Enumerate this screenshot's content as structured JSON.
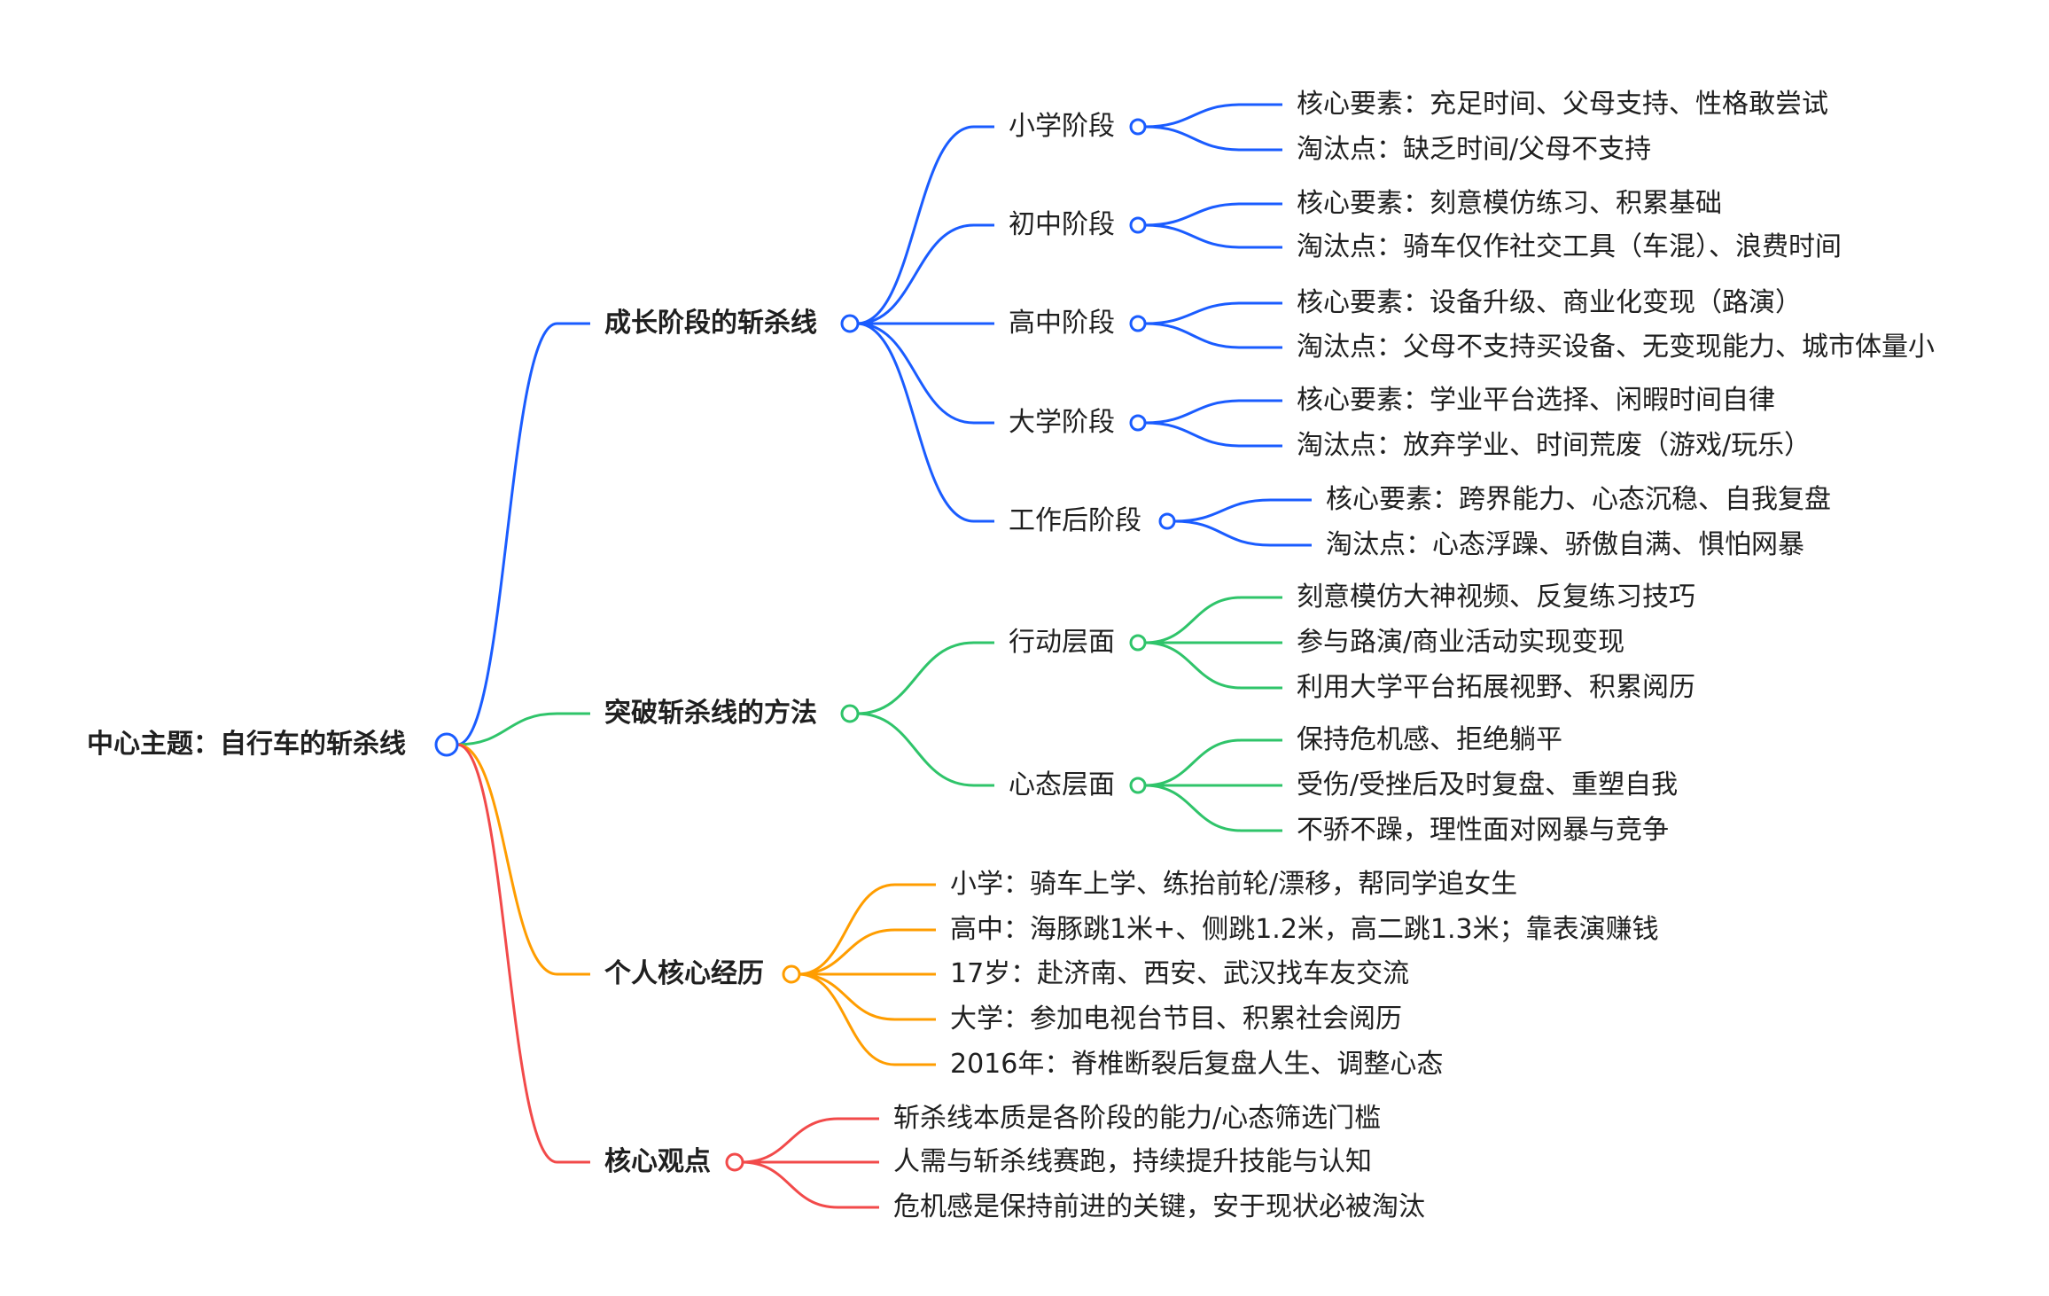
{
  "root": {
    "label": "中心主题：自行车的斩杀线",
    "color": "#1a5cff"
  },
  "branches": [
    {
      "label": "成长阶段的斩杀线",
      "color": "#1a5cff",
      "children": [
        {
          "label": "小学阶段",
          "items": [
            "核心要素：充足时间、父母支持、性格敢尝试",
            "淘汰点：缺乏时间/父母不支持"
          ]
        },
        {
          "label": "初中阶段",
          "items": [
            "核心要素：刻意模仿练习、积累基础",
            "淘汰点：骑车仅作社交工具（车混）、浪费时间"
          ]
        },
        {
          "label": "高中阶段",
          "items": [
            "核心要素：设备升级、商业化变现（路演）",
            "淘汰点：父母不支持买设备、无变现能力、城市体量小"
          ]
        },
        {
          "label": "大学阶段",
          "items": [
            "核心要素：学业平台选择、闲暇时间自律",
            "淘汰点：放弃学业、时间荒废（游戏/玩乐）"
          ]
        },
        {
          "label": "工作后阶段",
          "items": [
            "核心要素：跨界能力、心态沉稳、自我复盘",
            "淘汰点：心态浮躁、骄傲自满、惧怕网暴"
          ]
        }
      ]
    },
    {
      "label": "突破斩杀线的方法",
      "color": "#2fc46a",
      "children": [
        {
          "label": "行动层面",
          "items": [
            "刻意模仿大神视频、反复练习技巧",
            "参与路演/商业活动实现变现",
            "利用大学平台拓展视野、积累阅历"
          ]
        },
        {
          "label": "心态层面",
          "items": [
            "保持危机感、拒绝躺平",
            "受伤/受挫后及时复盘、重塑自我",
            "不骄不躁，理性面对网暴与竞争"
          ]
        }
      ]
    },
    {
      "label": "个人核心经历",
      "color": "#ff9d00",
      "items": [
        "小学：骑车上学、练抬前轮/漂移，帮同学追女生",
        "高中：海豚跳1米+、侧跳1.2米，高二跳1.3米；靠表演赚钱",
        "17岁：赴济南、西安、武汉找车友交流",
        "大学：参加电视台节目、积累社会阅历",
        "2016年：脊椎断裂后复盘人生、调整心态"
      ]
    },
    {
      "label": "核心观点",
      "color": "#f24a4a",
      "items": [
        "斩杀线本质是各阶段的能力/心态筛选门槛",
        "人需与斩杀线赛跑，持续提升技能与认知",
        "危机感是保持前进的关键，安于现状必被淘汰"
      ]
    }
  ]
}
